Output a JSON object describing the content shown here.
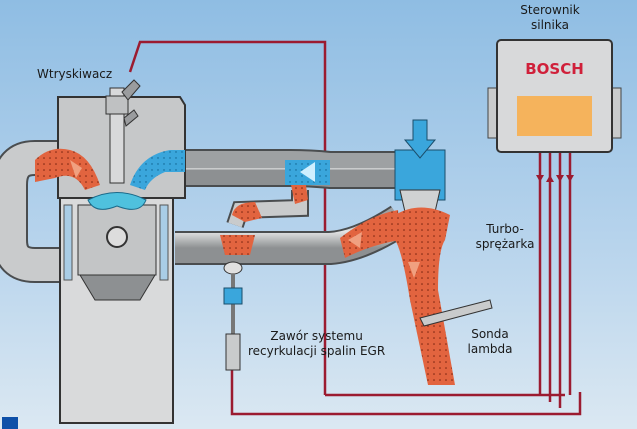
{
  "labels": {
    "ecu": [
      "Sterownik",
      "silnika"
    ],
    "ecu_brand": "BOSCH",
    "injector": "Wtryskiwacz",
    "turbo": [
      "Turbo-",
      "sprężarka"
    ],
    "lambda": [
      "Sonda",
      "lambda"
    ],
    "egr": [
      "Zawór systemu",
      "recyrkulacji spalin EGR"
    ]
  },
  "colors": {
    "wire": "#9b1b30",
    "exhaust": "#e2643f",
    "intake": "#3aa6dc",
    "metal": "#c9cbcc",
    "ecu_brand": "#d0203a",
    "ecu_panel": "#f5b35c"
  }
}
